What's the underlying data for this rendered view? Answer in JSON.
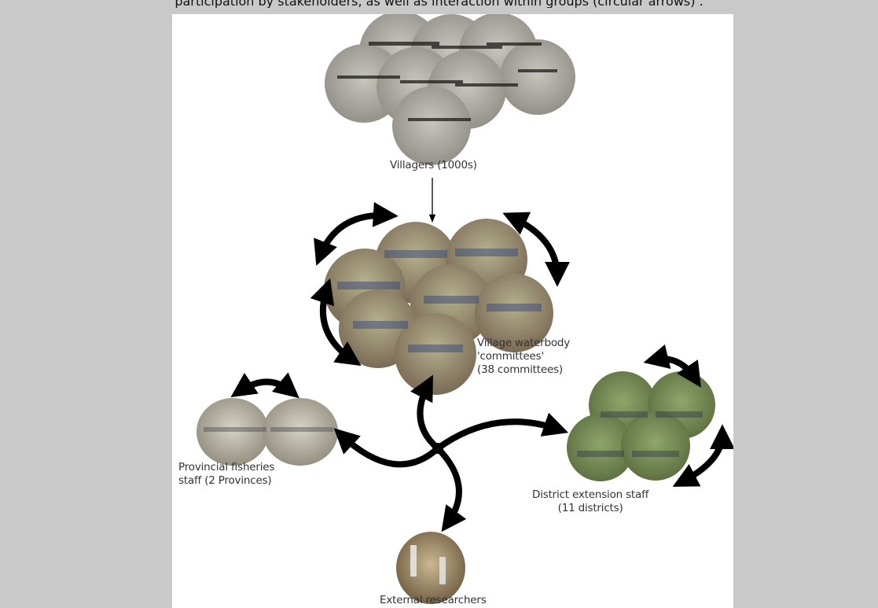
{
  "caption": {
    "text": "participation by stakeholders, as well as interaction within groups (circular arrows) ."
  },
  "diagram": {
    "nodes": {
      "villagers": {
        "lines": [
          "Villagers (1000s)"
        ]
      },
      "committees": {
        "lines": [
          "Village waterbody",
          "'committees'",
          "(38 committees)"
        ]
      },
      "provincial": {
        "lines": [
          "Provincial fisheries",
          "staff (2 Provinces)"
        ]
      },
      "district": {
        "lines": [
          "District extension staff",
          "(11 districts)"
        ]
      },
      "researchers": {
        "lines": [
          "External researchers"
        ]
      }
    },
    "colors": {
      "background": "#c9c9c9",
      "canvas": "#ffffff",
      "arrow": "#000000",
      "villager_photo": "#a8a8a0",
      "committee_photo": "#8e8a6e",
      "provincial_photo": "#b9b5a4",
      "district_photo": "#6f8650",
      "researcher_photo": "#9b8a6a"
    }
  }
}
